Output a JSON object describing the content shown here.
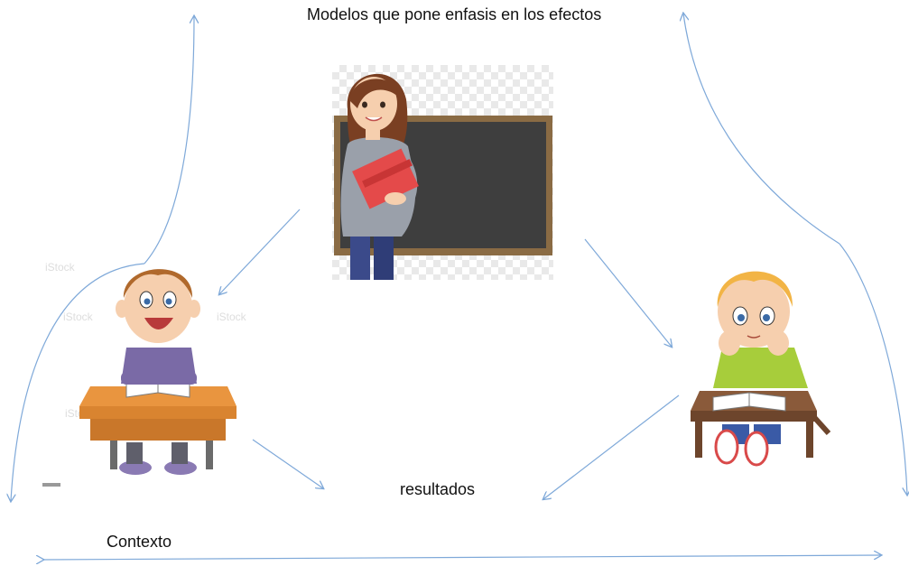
{
  "title": "Modelos que pone enfasis en los efectos",
  "resultados": "resultados",
  "contexto": "Contexto",
  "watermark": "iStock",
  "colors": {
    "arrow": "#7fa9d9",
    "chalkboard": "#3e3e3e",
    "board_frame": "#8a6b44",
    "book_red": "#e44a4a",
    "desk": "#e9953f",
    "desk_right": "#8a5a3a",
    "shirt_left": "#7a6aa6",
    "shirt_right": "#a7cd3b",
    "hair_left": "#b0692c",
    "hair_right": "#f2b445",
    "skin": "#f6cfae"
  }
}
